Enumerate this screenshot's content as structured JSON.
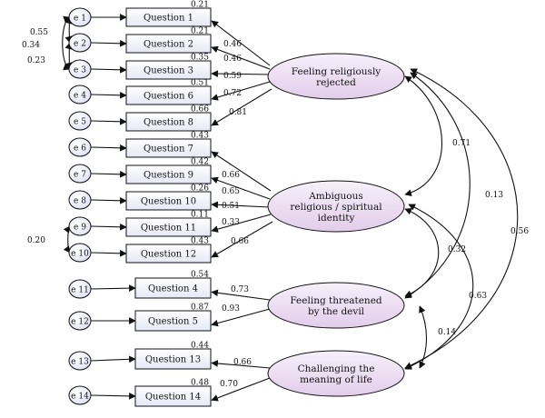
{
  "errors": [
    "e 1",
    "e 2",
    "e 3",
    "e 4",
    "e 5",
    "e 6",
    "e 7",
    "e 8",
    "e 9",
    "e 10",
    "e 11",
    "e 12",
    "e 13",
    "e 14"
  ],
  "questions": [
    {
      "label": "Question 1",
      "r2": "0.21"
    },
    {
      "label": "Question 2",
      "r2": "0.21"
    },
    {
      "label": "Question 3",
      "r2": "0.35"
    },
    {
      "label": "Question 6",
      "r2": "0.51"
    },
    {
      "label": "Question 8",
      "r2": "0.66"
    },
    {
      "label": "Question 7",
      "r2": "0.43"
    },
    {
      "label": "Question 9",
      "r2": "0.42"
    },
    {
      "label": "Question 10",
      "r2": "0.26"
    },
    {
      "label": "Question 11",
      "r2": "0.11"
    },
    {
      "label": "Question 12",
      "r2": "0.43"
    },
    {
      "label": "Question 4",
      "r2": "0.54"
    },
    {
      "label": "Question 5",
      "r2": "0.87"
    },
    {
      "label": "Question 13",
      "r2": "0.44"
    },
    {
      "label": "Question 14",
      "r2": "0.48"
    }
  ],
  "factors": [
    {
      "lines": [
        "Feeling religiously",
        "rejected"
      ]
    },
    {
      "lines": [
        "Ambiguous",
        "religious / spiritual",
        "identity"
      ]
    },
    {
      "lines": [
        "Feeling threatened",
        "by the devil"
      ]
    },
    {
      "lines": [
        "Challenging the",
        "meaning of life"
      ]
    }
  ],
  "loadings": [
    "0.46",
    "0.46",
    "0.59",
    "0.72",
    "0.81",
    "0.66",
    "0.65",
    "0.51",
    "0.33",
    "0.66",
    "0.73",
    "0.93",
    "0.66",
    "0.70"
  ],
  "error_covariances": [
    "0.55",
    "0.34",
    "0.23",
    "0.20"
  ],
  "factor_correlations": [
    "0.71",
    "0.13",
    "0.56",
    "0.32",
    "0.63",
    "0.14"
  ],
  "colors": {
    "stroke": "#111111",
    "box_top": "#ffffff",
    "box_bottom": "#e6e8f6",
    "factor_top": "#f7f0fb",
    "factor_bottom": "#e2cdea"
  }
}
